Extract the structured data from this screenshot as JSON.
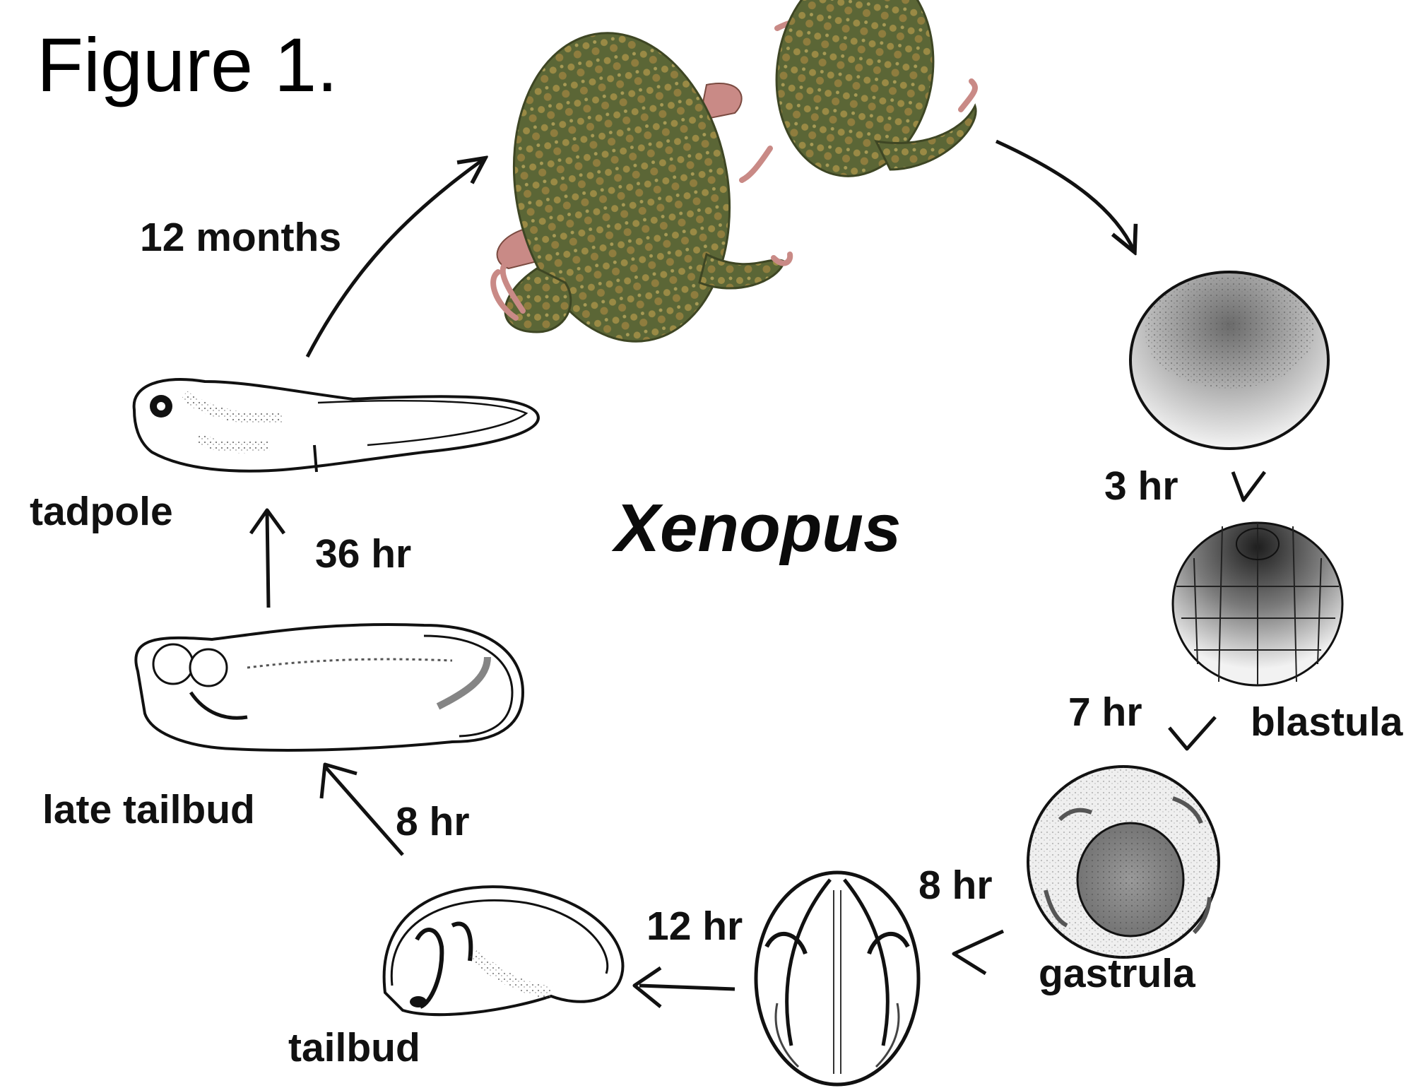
{
  "figure": {
    "title": "Figure 1.",
    "organism": "Xenopus"
  },
  "stages": {
    "blastula": "blastula",
    "gastrula": "gastrula",
    "tailbud": "tailbud",
    "late_tailbud": "late tailbud",
    "tadpole": "tadpole"
  },
  "intervals": {
    "egg_to_cleavage": "3 hr",
    "cleavage_to_gastrula": "7 hr",
    "gastrula_to_neurula": "8 hr",
    "neurula_to_tailbud": "12 hr",
    "tailbud_to_late_tailbud": "8 hr",
    "late_tailbud_to_tadpole": "36 hr",
    "tadpole_to_adult": "12 months"
  },
  "colors": {
    "frog_body": "#5f6a3a",
    "frog_spots": "#8a7a3c",
    "frog_limbs": "#c98a86",
    "ink": "#111111"
  }
}
